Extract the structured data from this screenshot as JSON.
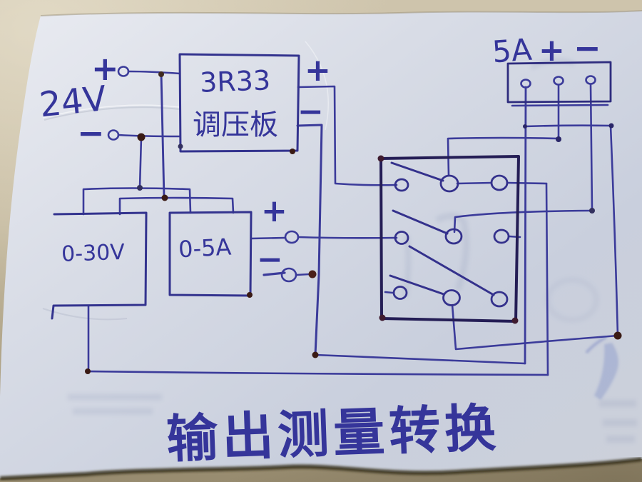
{
  "schematic": {
    "power_source": {
      "label": "24V",
      "plus": "+",
      "minus": "−"
    },
    "regulator_box": {
      "model": "3R33",
      "name": "调压板",
      "output_plus": "+",
      "output_minus": "−"
    },
    "terminal_strip": {
      "label": "5A",
      "plus": "+",
      "minus": "−",
      "terminal_count": 3
    },
    "voltmeter": {
      "label": "0-30V"
    },
    "ammeter": {
      "label": "0-5A"
    },
    "output_terminals": {
      "plus": "+",
      "minus": "−"
    },
    "selector_switch": {
      "rows": 3,
      "contacts_per_row": 3
    },
    "caption": "输出测量转换"
  },
  "colors": {
    "ink": "#3b3b9a",
    "ink_dark": "#241d55",
    "paper": "#d6dae4",
    "table": "#c6bba1",
    "junction_blob": "#4a201a"
  }
}
